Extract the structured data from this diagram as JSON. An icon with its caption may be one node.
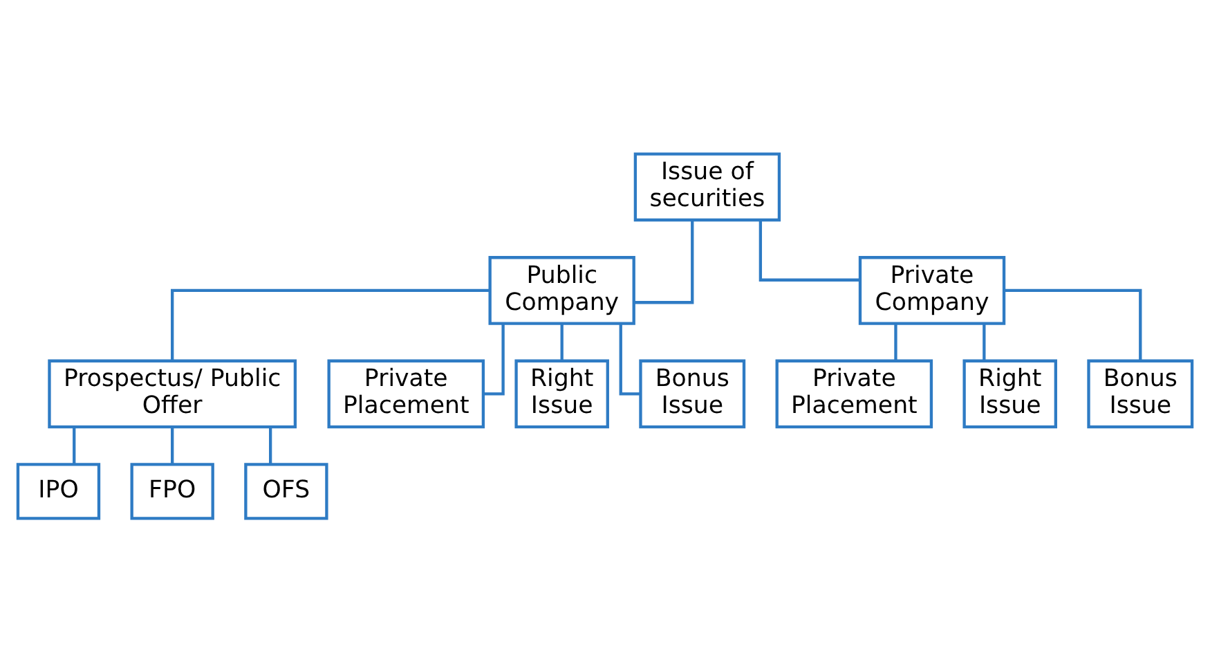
{
  "diagram": {
    "nodes": [
      {
        "text": [
          "Issue of securities"
        ]
      },
      {
        "text": [
          "Public Company"
        ]
      },
      {
        "text": [
          "Private Company"
        ]
      },
      {
        "text": [
          "Prospectus/ Public Offer"
        ]
      },
      {
        "text": [
          "Private Placement"
        ]
      },
      {
        "text": [
          "Right Issue"
        ]
      },
      {
        "text": [
          "Bonus Issue"
        ]
      },
      {
        "text": [
          "IPO"
        ]
      },
      {
        "text": [
          "FPO"
        ]
      },
      {
        "text": [
          "OFS"
        ]
      },
      {
        "text": [
          "Private Placement"
        ]
      },
      {
        "text": [
          "Right Issue"
        ]
      },
      {
        "text": [
          "Bonus Issue"
        ]
      }
    ],
    "edges": [
      {
        "from": 0,
        "to": 1,
        "arrow": "none"
      },
      {
        "from": 0,
        "to": 2,
        "arrow": "none"
      },
      {
        "from": 1,
        "to": 3,
        "arrow": "none"
      },
      {
        "from": 1,
        "to": 4,
        "arrow": "none"
      },
      {
        "from": 1,
        "to": 5,
        "arrow": "none"
      },
      {
        "from": 1,
        "to": 6,
        "arrow": "none"
      },
      {
        "from": 3,
        "to": 7,
        "arrow": "none"
      },
      {
        "from": 3,
        "to": 8,
        "arrow": "none"
      },
      {
        "from": 3,
        "to": 9,
        "arrow": "none"
      },
      {
        "from": 2,
        "to": 10,
        "arrow": "none"
      },
      {
        "from": 2,
        "to": 11,
        "arrow": "none"
      },
      {
        "from": 2,
        "to": 12,
        "arrow": "none"
      }
    ]
  }
}
